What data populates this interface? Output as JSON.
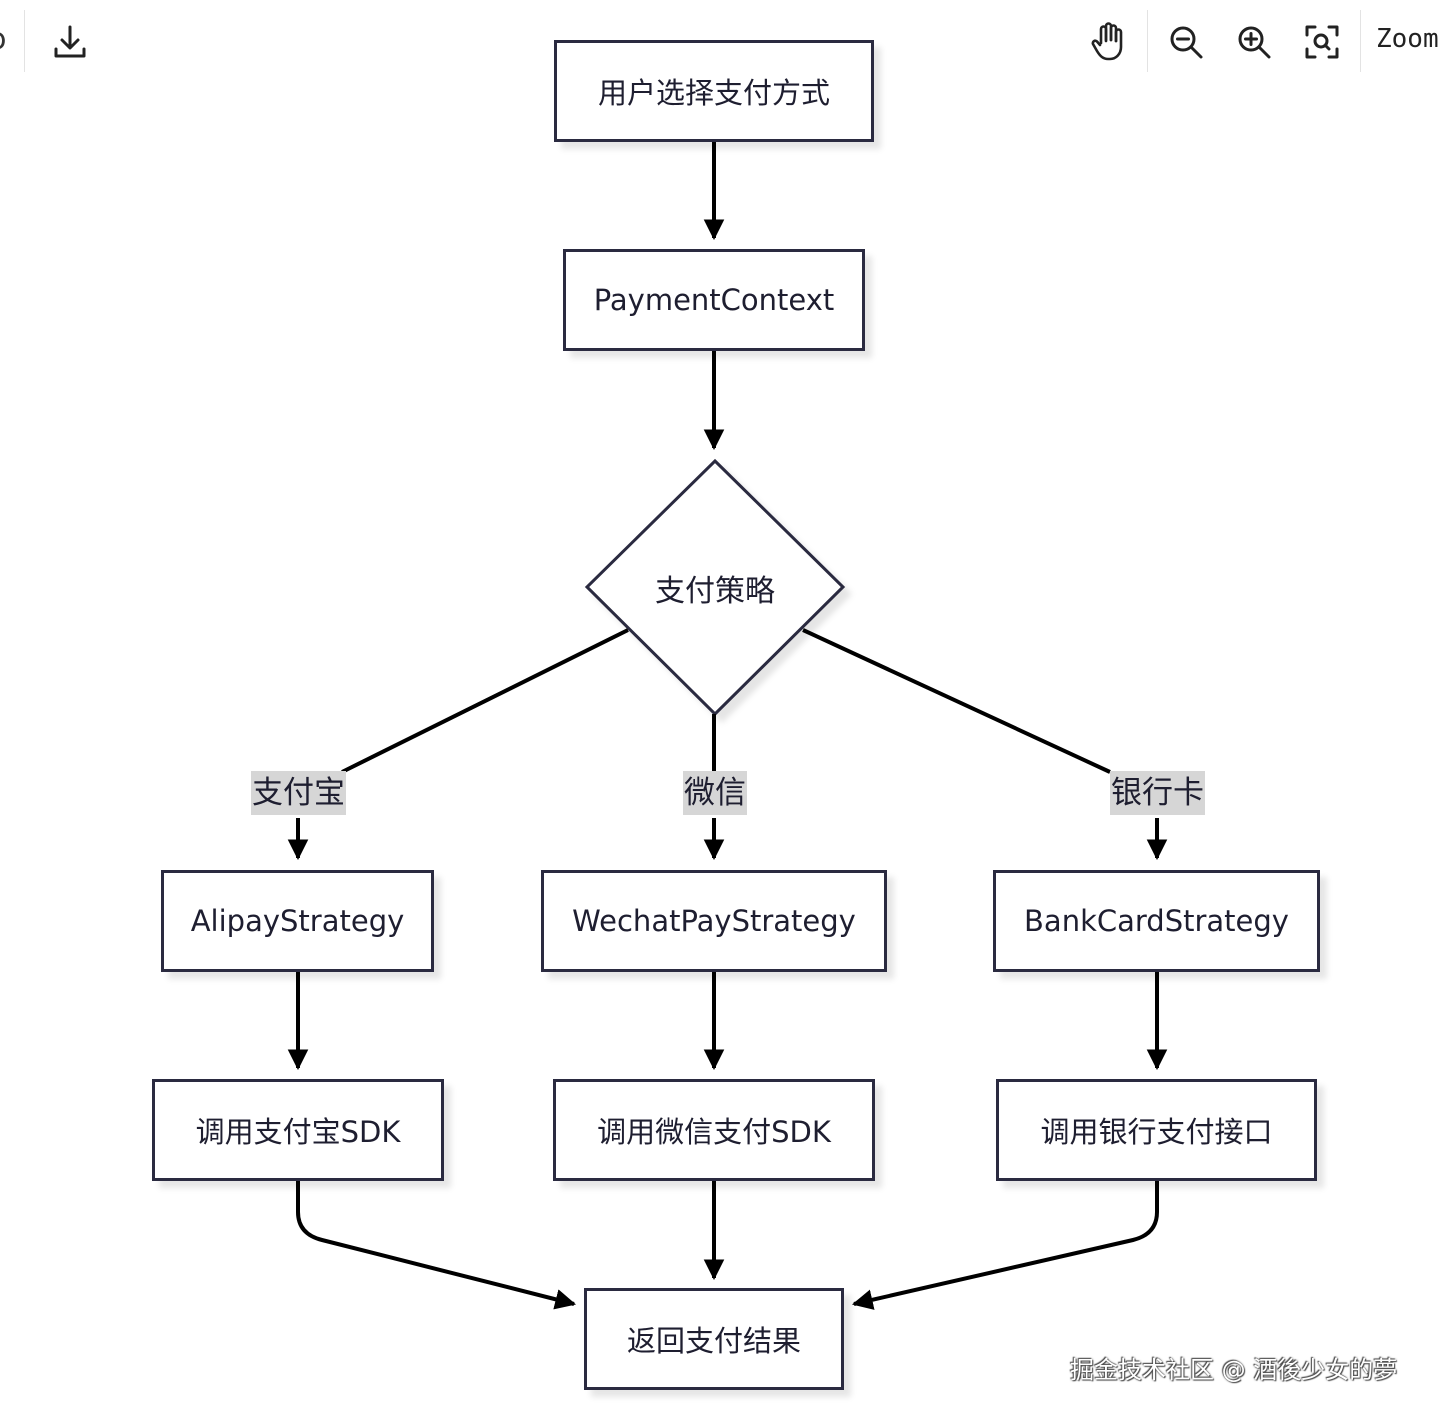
{
  "toolbar": {
    "left_partial_icon": "partial-icon",
    "download_icon": "download-icon",
    "pan_icon": "hand-pan-icon",
    "zoom_out_icon": "zoom-out-icon",
    "zoom_in_icon": "zoom-in-icon",
    "zoom_fit_icon": "zoom-fit-icon",
    "zoom_label": "Zoom"
  },
  "diagram": {
    "nodes": {
      "start": "用户选择支付方式",
      "context": "PaymentContext",
      "decision": "支付策略",
      "alipay_strategy": "AlipayStrategy",
      "wechat_strategy": "WechatPayStrategy",
      "bank_strategy": "BankCardStrategy",
      "alipay_sdk": "调用支付宝SDK",
      "wechat_sdk": "调用微信支付SDK",
      "bank_api": "调用银行支付接口",
      "result": "返回支付结果"
    },
    "edge_labels": {
      "alipay": "支付宝",
      "wechat": "微信",
      "bank": "银行卡"
    }
  },
  "watermark": "掘金技术社区 @ 酒後少女的夢",
  "colors": {
    "stroke": "#2a2a40",
    "edge": "#000000",
    "label_bg": "#d6d6d6"
  }
}
